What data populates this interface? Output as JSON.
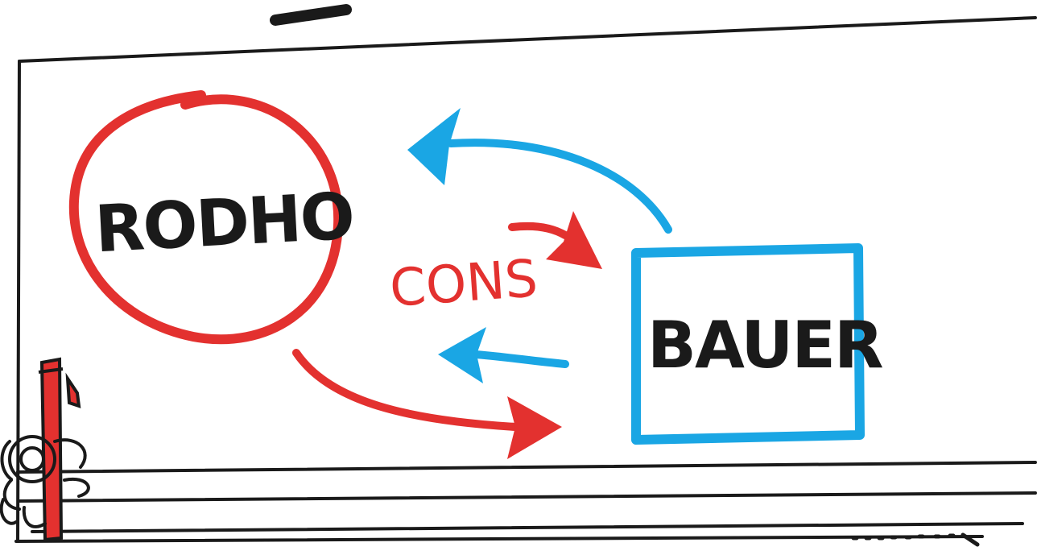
{
  "diagram": {
    "nodes": {
      "rodho": {
        "label": "RODHO",
        "shape": "circle",
        "color": "#e3312f"
      },
      "bauer": {
        "label": "BAUER",
        "shape": "rectangle",
        "color": "#1aa6e4"
      }
    },
    "center_label": {
      "text": "CONS",
      "color": "#e3312f"
    },
    "edges": [
      {
        "from": "bauer",
        "to": "rodho",
        "color": "#1aa6e4",
        "style": "upper-curve"
      },
      {
        "from": "cons",
        "to": "bauer",
        "color": "#e3312f",
        "style": "short"
      },
      {
        "from": "bauer",
        "to": "rodho",
        "color": "#1aa6e4",
        "style": "short"
      },
      {
        "from": "rodho",
        "to": "bauer",
        "color": "#e3312f",
        "style": "lower-curve"
      }
    ]
  },
  "colors": {
    "ink": "#1a1a1a",
    "red": "#e3312f",
    "blue": "#1aa6e4",
    "background": "#ffffff"
  }
}
